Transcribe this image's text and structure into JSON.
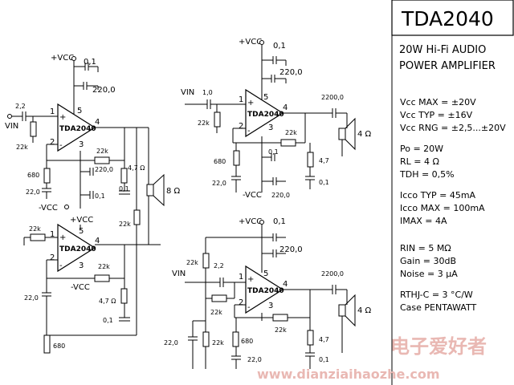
{
  "title": "TDA2040",
  "subtitle": [
    "20W Hi-Fi AUDIO",
    "POWER AMPLIFIER"
  ],
  "specs": {
    "vcc_max": "Vcc MAX = ±20V",
    "vcc_typ": "Vcc TYP = ±16V",
    "vcc_rng": "Vcc RNG = ±2,5...±20V",
    "po": "Po = 20W",
    "rl": "RL = 4 Ω",
    "tdh": "TDH = 0,5%",
    "icco_typ": "Icco TYP = 45mA",
    "icco_max": "Icco MAX = 100mA",
    "imax": "IMAX = 4A",
    "rin": "RIN = 5 MΩ",
    "gain": "Gain = 30dB",
    "noise": "Noise = 3 µA",
    "rthj": "RTHJ-C = 3 °C/W",
    "case": "Case PENTAWATT"
  },
  "ic_label": "TDA2040",
  "labels": {
    "vcc_pos": "+VCC",
    "vcc_neg": "-VCC",
    "vin": "VIN",
    "pin1": "1",
    "pin2": "2",
    "pin3": "3",
    "pin4": "4",
    "pin5": "5",
    "plus": "+",
    "minus": "-",
    "c_0_1": "0,1",
    "c_220": "220,0",
    "c_2_2": "2,2",
    "c_1_0": "1,0",
    "c_22": "22,0",
    "c_2200": "2200,0",
    "r_22k": "22k",
    "r_680": "680",
    "r_4_7": "4,7",
    "r_4_7_ohm": "4,7 Ω",
    "spk_4": "4 Ω",
    "spk_8": "8 Ω"
  },
  "watermark": {
    "cn": "电子爱好者",
    "url": "www.dianziaihaozhe.com"
  }
}
